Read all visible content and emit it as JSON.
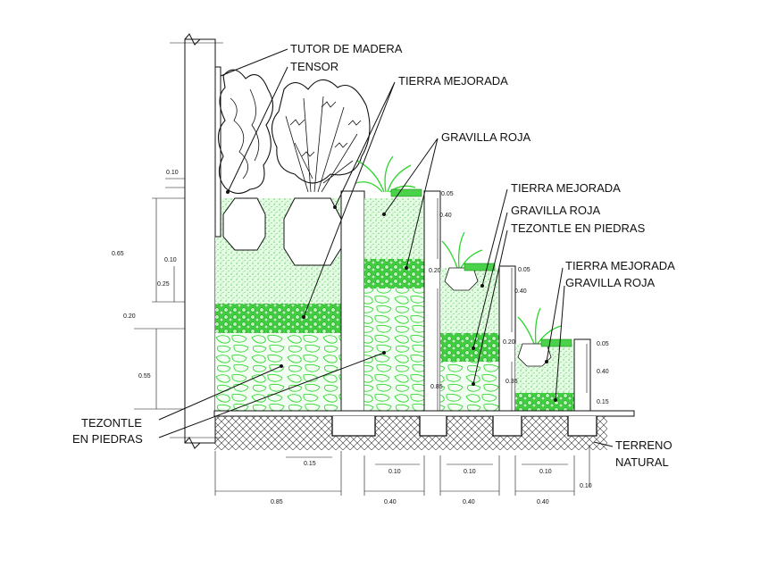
{
  "labels": {
    "tutor": "TUTOR DE MADERA",
    "tensor": "TENSOR",
    "tierra1": "TIERRA MEJORADA",
    "gravilla1": "GRAVILLA ROJA",
    "tierra2": "TIERRA MEJORADA",
    "gravilla2": "GRAVILLA ROJA",
    "tezontle2": "TEZONTLE EN PIEDRAS",
    "tierra3": "TIERRA MEJORADA",
    "gravilla3": "GRAVILLA ROJA",
    "tezontle_left_1": "TEZONTLE",
    "tezontle_left_2": "EN PIEDRAS",
    "terreno_1": "TERRENO",
    "terreno_2": "NATURAL"
  },
  "dims": {
    "d010_top": "0.10",
    "d065": "0.65",
    "d010_mid": "0.10",
    "d025": "0.25",
    "d020_left": "0.20",
    "d055": "0.55",
    "d015_bottom": "0.15",
    "d085_bottom": "0.85",
    "d010_b1": "0.10",
    "d040_b1": "0.40",
    "d010_b2": "0.10",
    "d040_b2": "0.40",
    "d010_b3": "0.10",
    "d040_b3": "0.40",
    "d010_right": "0.10",
    "s2_005": "0.05",
    "s2_040": "0.40",
    "s2_020": "0.20",
    "s2_085": "0.85",
    "s3_005": "0.05",
    "s3_040": "0.40",
    "s3_020": "0.20",
    "s3_035": "0.35",
    "s4_005": "0.05",
    "s4_040": "0.40",
    "s4_015": "0.15"
  },
  "colors": {
    "soil": "#c9f5c9",
    "gravel": "#4bd24b",
    "stone": "#33d633",
    "line": "#111111"
  }
}
